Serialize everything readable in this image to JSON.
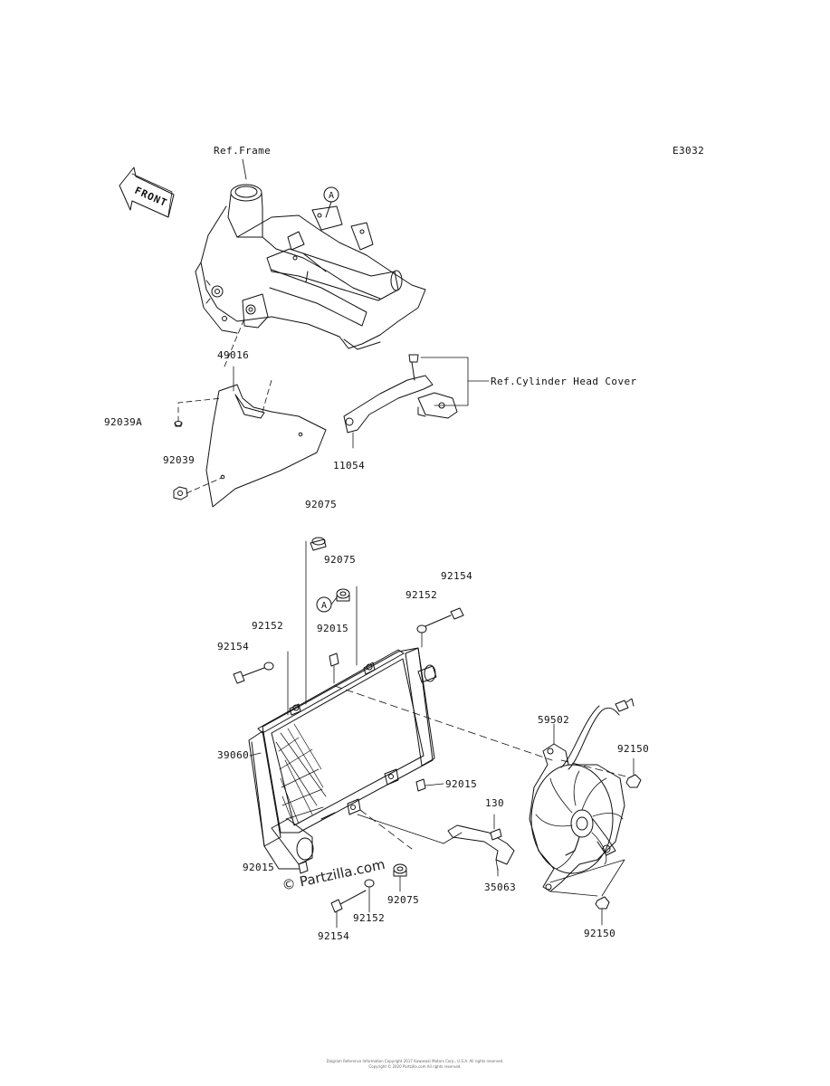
{
  "diagram_code": "E3032",
  "front_arrow_label": "FRONT",
  "refs": {
    "frame": "Ref.Frame",
    "cylinder_head_cover": "Ref.Cylinder Head Cover",
    "marker_a": "A"
  },
  "part_labels": {
    "p49016": "49016",
    "p92039A": "92039A",
    "p92039": "92039",
    "p11054": "11054",
    "p92075_top": "92075",
    "p92075_mid": "92075",
    "p92154_top_right": "92154",
    "p92152_top_right": "92152",
    "p92152_left": "92152",
    "p92015_top": "92015",
    "p92154_left": "92154",
    "p39060": "39060",
    "p59502": "59502",
    "p92150_right": "92150",
    "p92015_right": "92015",
    "p130": "130",
    "p92015_bottom_left": "92015",
    "p92075_bottom": "92075",
    "p92152_bottom": "92152",
    "p92154_bottom": "92154",
    "p35063": "35063",
    "p92150_bottom": "92150"
  },
  "watermark": "© Partzilla.com",
  "footer_lines": [
    "Diagram Reference Information Copyright 2017 Kawasaki Motors Corp., U.S.A. All rights reserved.",
    "Copyright © 2020 Partzilla.com All rights reserved."
  ]
}
